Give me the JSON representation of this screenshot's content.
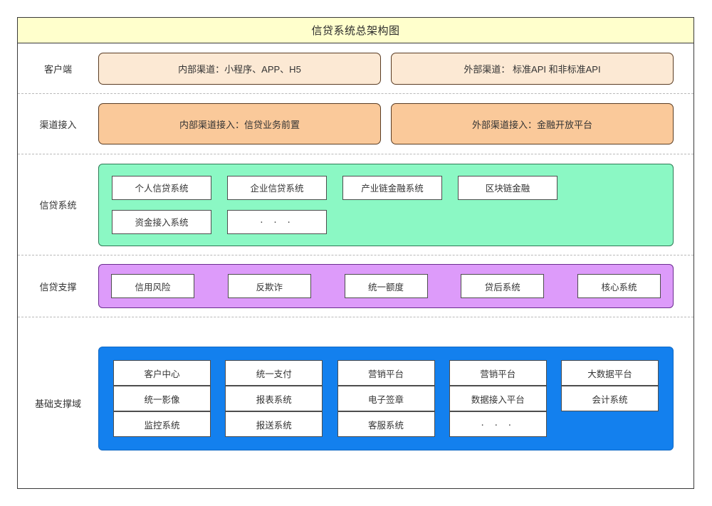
{
  "diagram": {
    "title": "信贷系统总架构图",
    "title_bg": "#FFFFCC",
    "frame_border": "#3A3A3A"
  },
  "layers": [
    {
      "id": "client",
      "label": "客户端",
      "kind": "boxes",
      "accent": "#FCE9D4",
      "border": "#5A3C23",
      "items": [
        "内部渠道：小程序、APP、H5",
        "外部渠道： 标准API 和非标准API"
      ]
    },
    {
      "id": "channel-access",
      "label": "渠道接入",
      "kind": "boxes",
      "accent": "#FAC99A",
      "border": "#5A3C23",
      "items": [
        "内部渠道接入：信贷业务前置",
        "外部渠道接入：金融开放平台"
      ]
    },
    {
      "id": "credit-system",
      "label": "信贷系统",
      "kind": "band",
      "accent": "#8BF8C4",
      "border": "#2F7A55",
      "items": [
        "个人信贷系统",
        "企业信贷系统",
        "产业链金融系统",
        "区块链金融",
        "资金接入系统",
        "· · ·"
      ]
    },
    {
      "id": "credit-support",
      "label": "信贷支撑",
      "kind": "band",
      "accent": "#DD9BFA",
      "border": "#6A2D8E",
      "items": [
        "信用风险",
        "反欺诈",
        "统一额度",
        "贷后系统",
        "核心系统"
      ]
    },
    {
      "id": "base-support",
      "label": "基础支撑域",
      "kind": "band",
      "accent": "#1380EE",
      "border": "#1169C4",
      "items": [
        "客户中心",
        "统一支付",
        "营销平台",
        "营销平台",
        "大数据平台",
        "统一影像",
        "报表系统",
        "电子签章",
        "数据接入平台",
        "会计系统",
        "监控系统",
        "报送系统",
        "客服系统",
        "· · ·"
      ]
    }
  ]
}
